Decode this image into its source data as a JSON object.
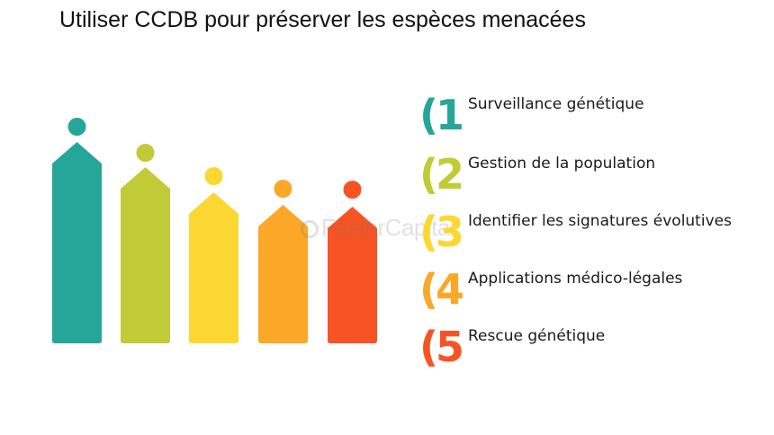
{
  "title": "Utiliser CCDB pour préserver les espèces menacées",
  "watermark": "FasterCapital",
  "items": [
    {
      "number": "1",
      "label": "Surveillance génétique",
      "color": "#26a699"
    },
    {
      "number": "2",
      "label": "Gestion de la population",
      "color": "#c0cb37"
    },
    {
      "number": "3",
      "label": "Identifier les signatures évolutives",
      "color": "#fcd731"
    },
    {
      "number": "4",
      "label": "Applications médico-légales",
      "color": "#fba728"
    },
    {
      "number": "5",
      "label": "Rescue génétique",
      "color": "#f65425"
    }
  ]
}
